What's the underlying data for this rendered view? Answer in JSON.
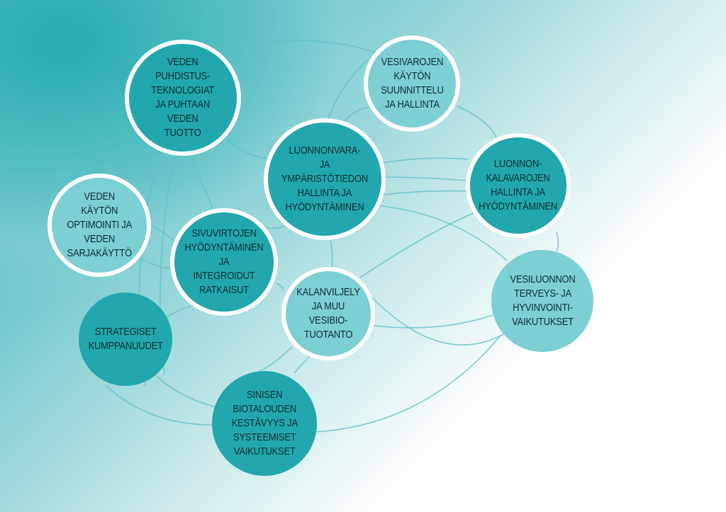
{
  "nodes": [
    {
      "id": "puhdistus",
      "label": "VEDEN\nPUHDISTUS-\nTEKNOLOGIAT\nJA PUHTAAN\nVEDEN\nTUOTTO",
      "style": "dark",
      "ring": true
    },
    {
      "id": "vesivarojen",
      "label": "VESIVAROJEN\nKÄYTÖN\nSUUNNITTELU\nJA HALLINTA",
      "style": "light",
      "ring": true
    },
    {
      "id": "luonnonvara",
      "label": "LUONNONVARA-\nJA YMPÄRISTÖTIEDON\nHALLINTA JA\nHYÖDYNTÄMINEN",
      "style": "dark",
      "ring": true
    },
    {
      "id": "kalavarojen",
      "label": "LUONNON-\nKALAVAROJEN\nHALLINTA JA\nHYÖDYNTÄMINEN",
      "style": "dark",
      "ring": true
    },
    {
      "id": "optimointi",
      "label": "VEDEN\nKÄYTÖN\nOPTIMOINTI JA\nVEDEN\nSARJAKÄYTTÖ",
      "style": "light",
      "ring": true
    },
    {
      "id": "sivuvirtojen",
      "label": "SIVUVIRTOJEN\nHYÖDYNTÄMINEN JA\nINTEGROIDUT\nRATKAISUT",
      "style": "dark",
      "ring": true
    },
    {
      "id": "kalanviljely",
      "label": "KALANVILJELY\nJA MUU\nVESIBIO-\nTUOTANTO",
      "style": "light",
      "ring": true
    },
    {
      "id": "vesiluonnon",
      "label": "VESILUONNON\nTERVEYS- JA\nHYVINVOINTI-\nVAIKUTUKSET",
      "style": "light",
      "ring": false
    },
    {
      "id": "strategiset",
      "label": "STRATEGISET\nKUMPPANUUDET",
      "style": "dark",
      "ring": false
    },
    {
      "id": "sinisen",
      "label": "SINISEN\nBIOTALOUDEN\nKESTÄVYYS JA\nSYSTEEMISET\nVAIKUTUKSET",
      "style": "dark",
      "ring": false
    }
  ],
  "colors": {
    "dark_node": "#21a7ad",
    "light_node": "#7ccfd3",
    "ring": "#ffffff",
    "link": "#5fc0c5",
    "text": "#0d2d33"
  }
}
